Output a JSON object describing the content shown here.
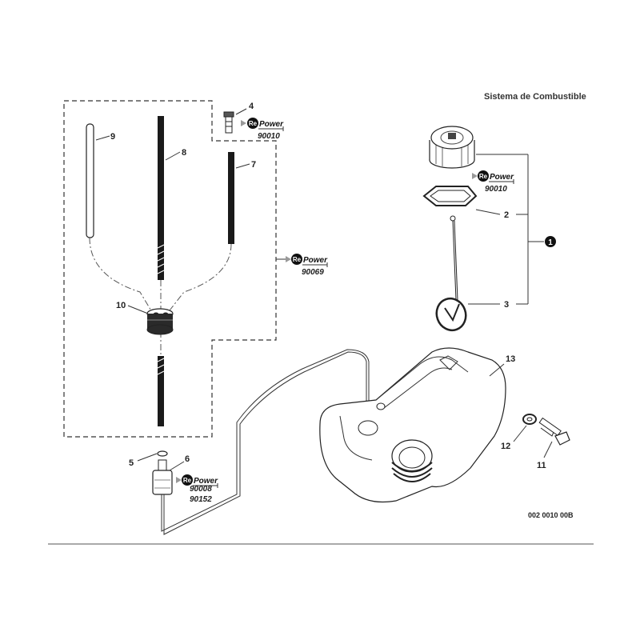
{
  "diagram": {
    "title": "Sistema de Combustible",
    "reference": "002 0010 00B",
    "brand_re": "Re",
    "brand_power": "Power",
    "group_label": "1",
    "part_labels": [
      "1",
      "2",
      "3",
      "4",
      "5",
      "6",
      "7",
      "8",
      "9",
      "10",
      "11",
      "12",
      "13"
    ],
    "kit_codes": {
      "fuel_cap": "90010",
      "pickup_plug": "90010",
      "fuel_lines": "90069",
      "fuel_filter_a": "90008",
      "fuel_filter_b": "90152"
    }
  }
}
